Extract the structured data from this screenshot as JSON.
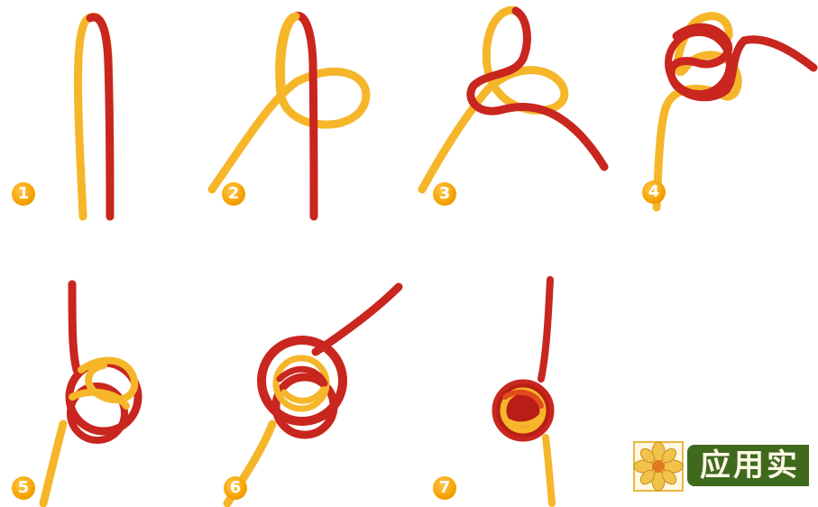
{
  "colors": {
    "red_cord": "#c8261e",
    "yellow_cord": "#f6b62a",
    "badge": "#f5a200",
    "banner_bg": "#3f6a1e",
    "banner_text": "#fff8e8",
    "ornament_gold": "#e8b840"
  },
  "steps": [
    {
      "number": "1"
    },
    {
      "number": "2"
    },
    {
      "number": "3"
    },
    {
      "number": "4"
    },
    {
      "number": "5"
    },
    {
      "number": "6"
    },
    {
      "number": "7"
    }
  ],
  "banner": {
    "label": "应用实",
    "icon": "flower-ornament-icon"
  }
}
